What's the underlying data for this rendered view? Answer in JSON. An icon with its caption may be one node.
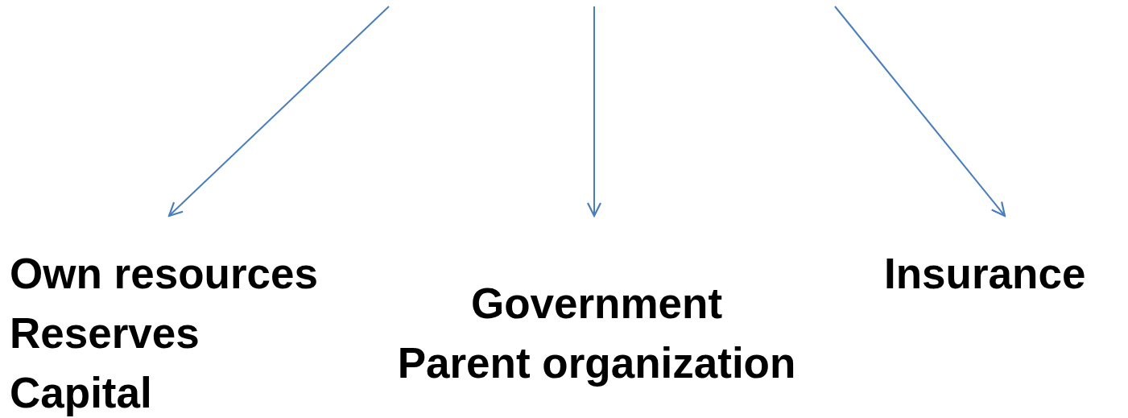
{
  "diagram": {
    "nodes": [
      {
        "text": [
          "Own resources",
          "Reserves",
          "Capital"
        ]
      },
      {
        "text": [
          "Government",
          "Parent organization"
        ]
      },
      {
        "text": [
          "Insurance"
        ]
      }
    ],
    "edges": [
      {
        "from": null,
        "to": 0,
        "arrow": "to"
      },
      {
        "from": null,
        "to": 1,
        "arrow": "to"
      },
      {
        "from": null,
        "to": 2,
        "arrow": "to"
      }
    ]
  }
}
